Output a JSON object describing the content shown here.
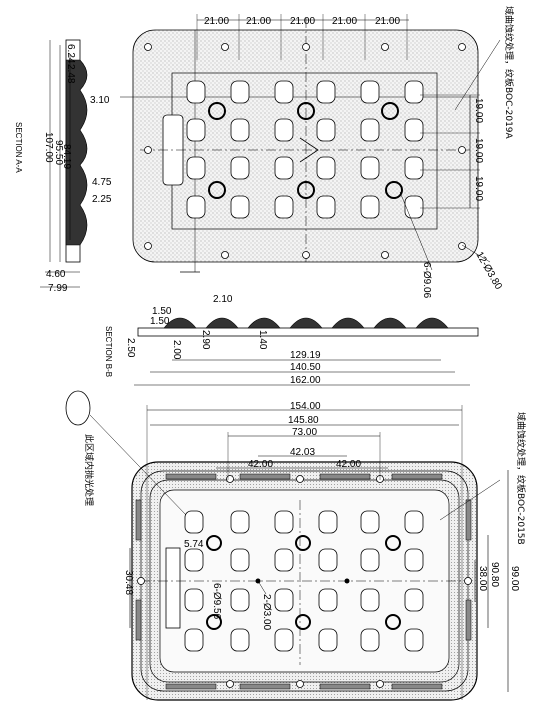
{
  "top_view": {
    "pitch_x": [
      "21.00",
      "21.00",
      "21.00",
      "21.00",
      "21.00"
    ],
    "pitch_y": [
      "19.00",
      "19.00",
      "19.00"
    ],
    "note_cn": "域曲蚀纹处理，纹板BOC-2019A",
    "hole_note": "6-Ø9.06",
    "corner_note": "12-Ø3.80"
  },
  "side_section": {
    "title": "SECTION A-A",
    "dims": [
      "6.24",
      "2.48",
      "3.10",
      "84.19",
      "95.50",
      "107.00",
      "4.75",
      "2.25",
      "4.60",
      "7.99"
    ]
  },
  "front_section": {
    "title": "SECTION B-B",
    "dims_top": [
      "2.10",
      "1.50",
      "1.50",
      "2.50",
      "2.00",
      "2.90",
      "1.40"
    ],
    "dims_bottom": [
      "129.19",
      "140.50",
      "162.00"
    ]
  },
  "bottom_view": {
    "dims_horizontal": [
      "154.00",
      "145.80",
      "73.00",
      "42.03",
      "42.00",
      "42.00"
    ],
    "dims_vertical_right": [
      "90.80",
      "38.00",
      "99.00"
    ],
    "dims_left": [
      "5.74",
      "30.48"
    ],
    "hole_note": "6-Ø9.56",
    "inner_note": "2-Ø3.00",
    "note_cn_right": "域曲蚀纹处理，纹板BOC-2015B",
    "note_cn_left": "此区域内抛光处理"
  }
}
